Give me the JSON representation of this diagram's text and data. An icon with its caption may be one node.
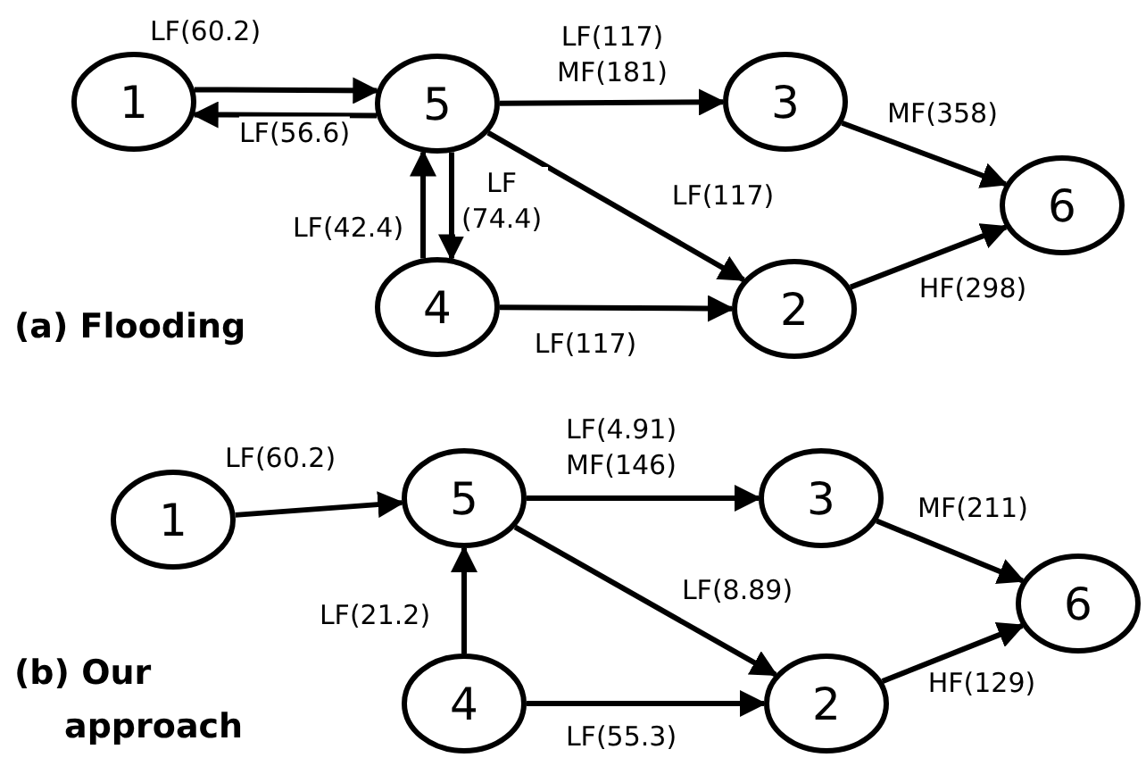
{
  "diagram": {
    "nodes": [
      {
        "text": [
          "1"
        ]
      },
      {
        "text": [
          "5"
        ]
      },
      {
        "text": [
          "3"
        ]
      },
      {
        "text": [
          "6"
        ]
      },
      {
        "text": [
          "4"
        ]
      },
      {
        "text": [
          "2"
        ]
      },
      {
        "text": [
          "1"
        ]
      },
      {
        "text": [
          "5"
        ]
      },
      {
        "text": [
          "3"
        ]
      },
      {
        "text": [
          "6"
        ]
      },
      {
        "text": [
          "4"
        ]
      },
      {
        "text": [
          "2"
        ]
      }
    ],
    "edges": [
      {
        "from": 0,
        "to": 1,
        "arrow": "to",
        "label": "LF(60.2)"
      },
      {
        "from": 1,
        "to": 0,
        "arrow": "to",
        "label": "LF(56.6)"
      },
      {
        "from": 1,
        "to": 2,
        "arrow": "to",
        "label": "LF(117) MF(181)"
      },
      {
        "from": 1,
        "to": 5,
        "arrow": "to",
        "label": "LF(117)"
      },
      {
        "from": 2,
        "to": 3,
        "arrow": "to",
        "label": "MF(358)"
      },
      {
        "from": 5,
        "to": 3,
        "arrow": "to",
        "label": "HF(298)"
      },
      {
        "from": 4,
        "to": 1,
        "arrow": "to",
        "label": "LF(42.4)"
      },
      {
        "from": 1,
        "to": 4,
        "arrow": "to",
        "label": "LF (74.4)"
      },
      {
        "from": 4,
        "to": 5,
        "arrow": "to",
        "label": "LF(117)"
      },
      {
        "from": 6,
        "to": 7,
        "arrow": "to",
        "label": "LF(60.2)"
      },
      {
        "from": 7,
        "to": 8,
        "arrow": "to",
        "label": "LF(4.91) MF(146)"
      },
      {
        "from": 7,
        "to": 11,
        "arrow": "to",
        "label": "LF(8.89)"
      },
      {
        "from": 8,
        "to": 9,
        "arrow": "to",
        "label": "MF(211)"
      },
      {
        "from": 11,
        "to": 9,
        "arrow": "to",
        "label": "HF(129)"
      },
      {
        "from": 10,
        "to": 7,
        "arrow": "to",
        "label": "LF(21.2)"
      },
      {
        "from": 10,
        "to": 11,
        "arrow": "to",
        "label": "LF(55.3)"
      }
    ],
    "labels": [
      "(a) Flooding",
      "(b) Our approach"
    ]
  }
}
